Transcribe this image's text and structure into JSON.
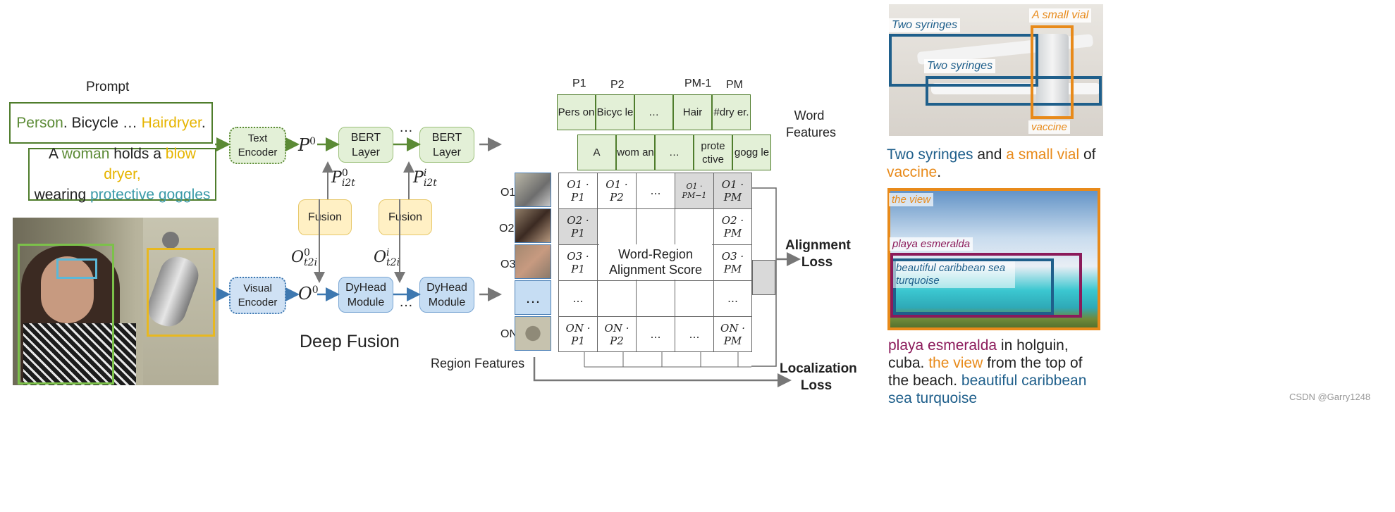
{
  "prompt": {
    "title": "Prompt",
    "line1": [
      "Person",
      ". Bicycle … ",
      "Hairdryer",
      "."
    ],
    "line2a": [
      "A ",
      "woman",
      " holds a ",
      "blow dryer,"
    ],
    "line2b": [
      "wearing ",
      "protective goggles"
    ]
  },
  "encoders": {
    "text": "Text Encoder",
    "visual": "Visual Encoder"
  },
  "modules": {
    "bert": "BERT Layer",
    "dyhead": "DyHead Module",
    "fusion": "Fusion",
    "dots": "…"
  },
  "math": {
    "p0": "P",
    "p0_sup": "0",
    "o0": "O",
    "o0_sup": "0",
    "pi2t0": "P",
    "pi2t0_sup": "0",
    "pi2t0_sub": "i2t",
    "pi2ti": "P",
    "pi2ti_sup": "i",
    "pi2ti_sub": "i2t",
    "ot2i0": "O",
    "ot2i0_sup": "0",
    "ot2i0_sub": "t2i",
    "ot2ii": "O",
    "ot2ii_sup": "i",
    "ot2ii_sub": "t2i"
  },
  "deep_fusion": "Deep Fusion",
  "word_features": {
    "label": "Word Features",
    "p_labels": [
      "P1",
      "P2",
      "PM-1",
      "PM"
    ],
    "row1": [
      "Pers on",
      "Bicyc le",
      "…",
      "Hair",
      "#dry er."
    ],
    "row2": [
      "A",
      "wom an",
      "…",
      "prote ctive",
      "gogg le"
    ]
  },
  "region_features": {
    "label": "Region Features",
    "o_labels": [
      "O1",
      "O2",
      "O3",
      "…",
      "ON"
    ]
  },
  "matrix": {
    "center_label": "Word-Region Alignment Score",
    "row1": [
      "O1 · P1",
      "O1 · P2",
      "…",
      "O1 · PM−1",
      "O1 · PM"
    ],
    "row2": [
      "O2 · P1",
      "",
      "",
      "",
      "O2 · PM"
    ],
    "row3": [
      "O3 · P1",
      "",
      "",
      "",
      "O3 · PM"
    ],
    "row4": [
      "…",
      "",
      "",
      "",
      "…"
    ],
    "row5": [
      "ON · P1",
      "ON · P2",
      "…",
      "…",
      "ON · PM"
    ]
  },
  "losses": {
    "alignment": "Alignment Loss",
    "localization": "Localization Loss"
  },
  "right_panel": {
    "img1_tags": [
      "Two syringes",
      "Two syringes",
      "A small vial",
      "vaccine"
    ],
    "caption1": [
      "Two syringes",
      " and ",
      "a small vial",
      " of ",
      "vaccine",
      "."
    ],
    "img2_tags": [
      "the view",
      "playa esmeralda",
      "beautiful caribbean sea turquoise"
    ],
    "caption2": [
      "playa esmeralda",
      " in holguin, cuba. ",
      "the view",
      " from the top of the beach. ",
      "beautiful caribbean sea turquoise"
    ]
  },
  "watermark": "CSDN @Garry1248",
  "colors": {
    "green": "#5b8a35",
    "yellow": "#e6b400",
    "teal": "#3a9aa8",
    "blue": "#1f5f8b",
    "orange": "#e88a1a",
    "magenta": "#8b1a5a"
  }
}
